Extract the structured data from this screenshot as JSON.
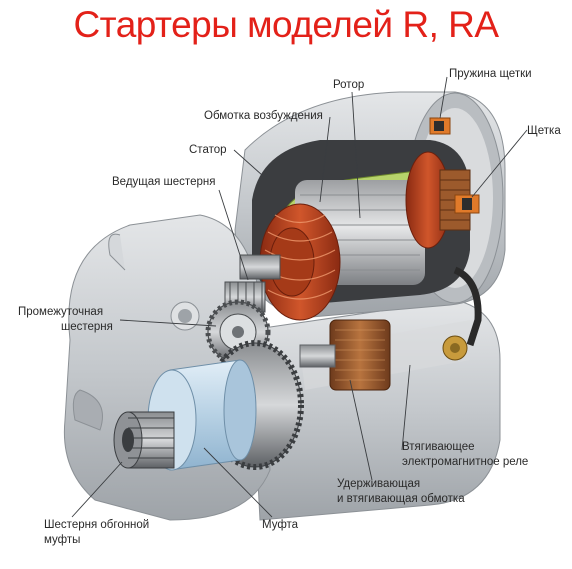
{
  "title": "Стартеры моделей R, RA",
  "colors": {
    "title": "#e32119",
    "leader": "#3a3a3a",
    "housing": "#c9cccf",
    "armature": "#b3401f",
    "clutch": "#b9d3e6",
    "brush": "#e07a2a"
  },
  "labels": {
    "rotor": "Ротор",
    "brush_spring": "Пружина щетки",
    "field_winding": "Обмотка возбуждения",
    "brush": "Щетка",
    "stator": "Статор",
    "drive_gear": "Ведущая шестерня",
    "idler_gear_1": "Промежуточная",
    "idler_gear_2": "шестерня",
    "solenoid_1": "Втягивающее",
    "solenoid_2": "электромагнитное реле",
    "hold_coil_1": "Удерживающая",
    "hold_coil_2": "и втягивающая обмотка",
    "pinion_1": "Шестерня обгонной",
    "pinion_2": "муфты",
    "clutch": "Муфта"
  }
}
